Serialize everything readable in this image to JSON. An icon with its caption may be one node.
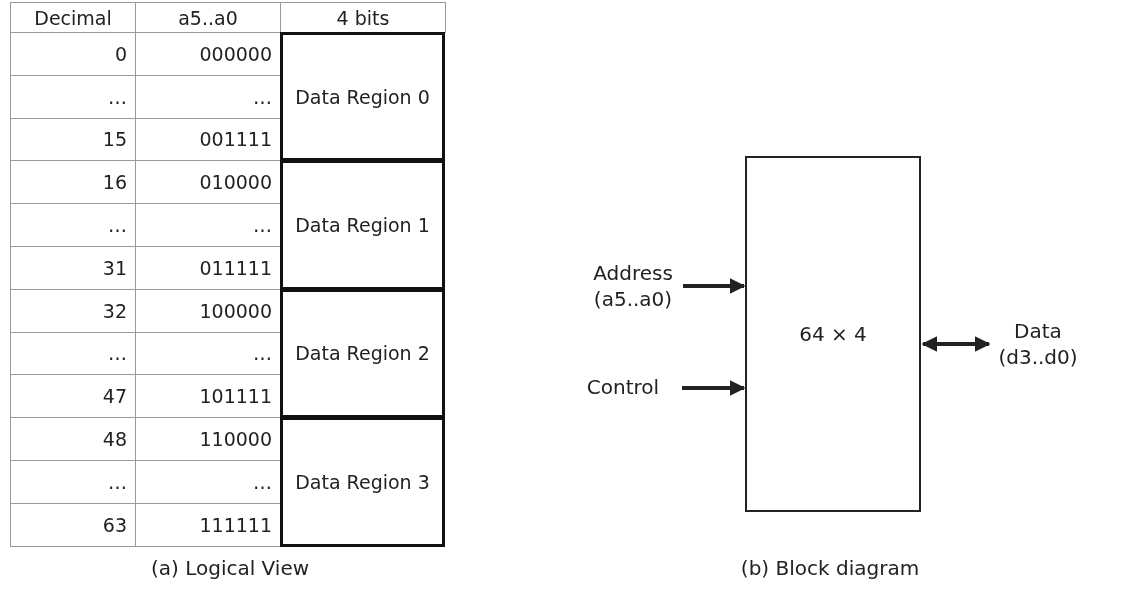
{
  "diagram": {
    "nodes": [
      {
        "text": [
          "Address (a5..a0)"
        ]
      },
      {
        "text": [
          "Control"
        ]
      },
      {
        "text": [
          "64 × 4"
        ]
      },
      {
        "text": [
          "Data (d3..d0)"
        ]
      }
    ],
    "edges": [
      {
        "from": 0,
        "to": 2,
        "arrow": "to"
      },
      {
        "from": 1,
        "to": 2,
        "arrow": "to"
      },
      {
        "from": 2,
        "to": 3,
        "arrow": "both"
      }
    ],
    "labels": [
      "Decimal",
      "a5..a0",
      "4 bits",
      "0",
      "000000",
      "Data Region 0",
      "…",
      "…",
      "15",
      "001111",
      "16",
      "010000",
      "Data Region 1",
      "…",
      "…",
      "31",
      "011111",
      "32",
      "100000",
      "Data Region 2",
      "…",
      "…",
      "47",
      "101111",
      "48",
      "110000",
      "Data Region 3",
      "…",
      "…",
      "63",
      "111111",
      "(a) Logical View",
      "(b) Block diagram"
    ]
  }
}
